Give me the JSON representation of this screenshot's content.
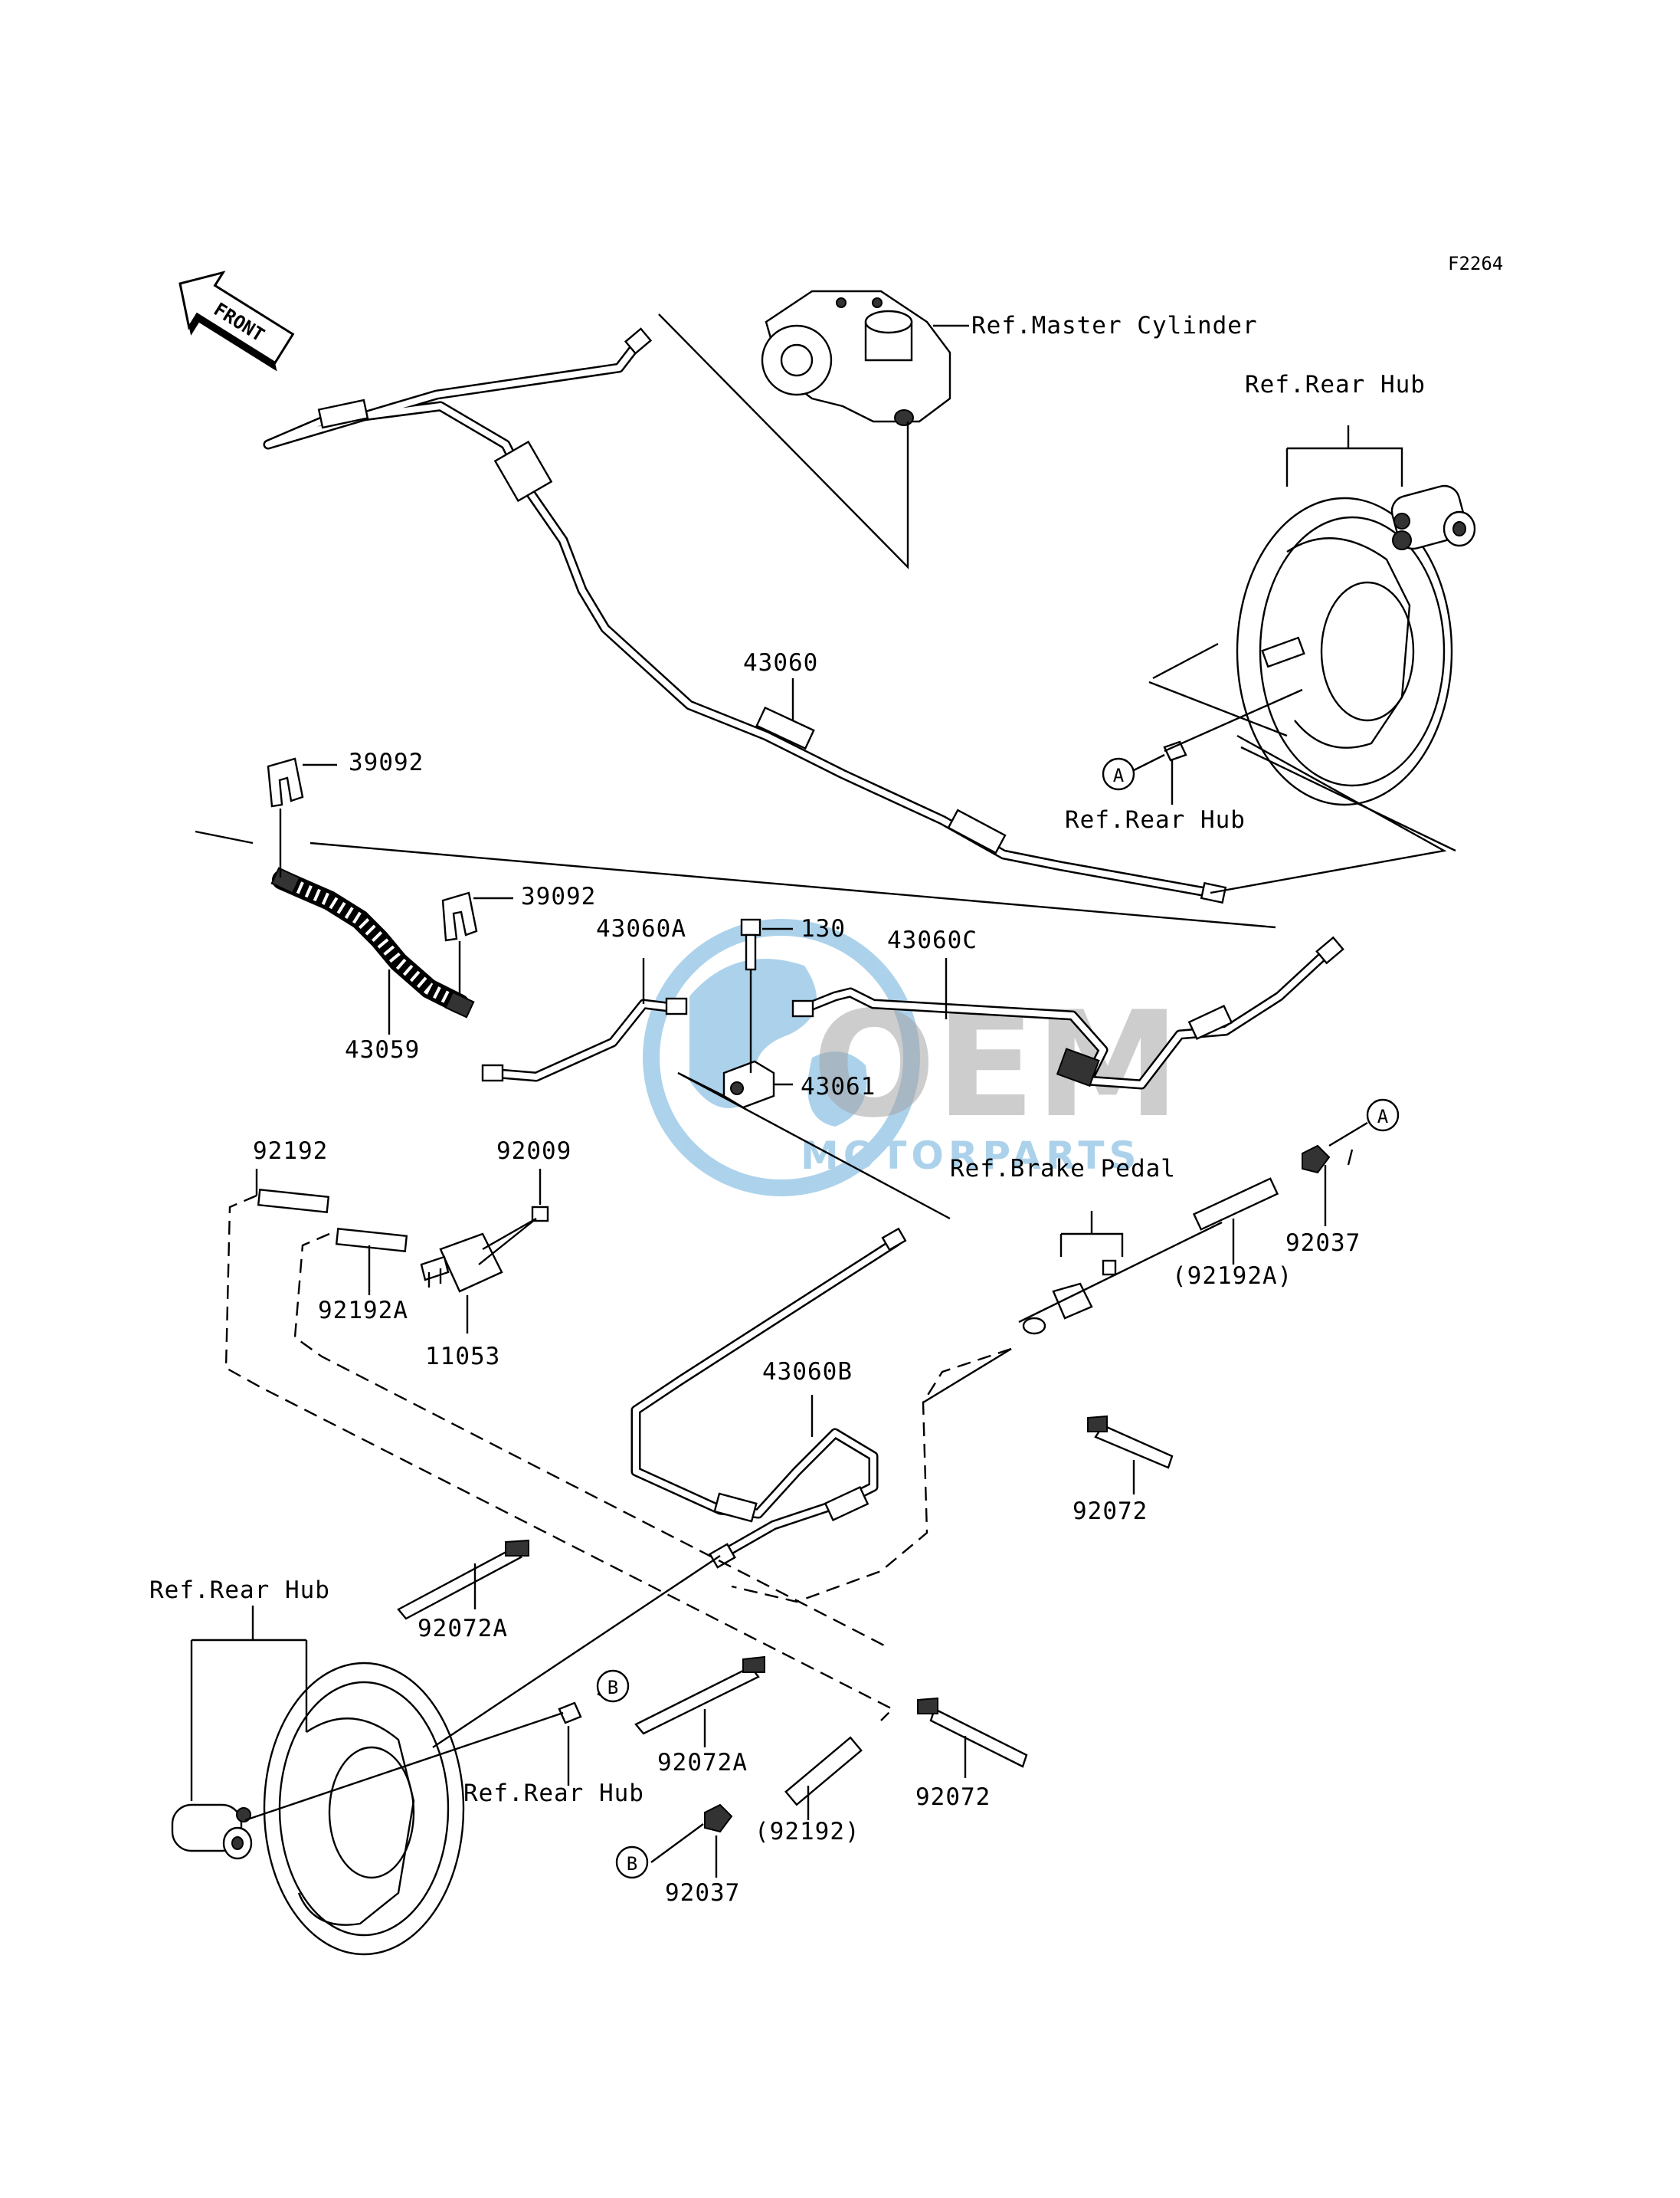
{
  "figure_code": "F2264",
  "front_arrow": {
    "label": "FRONT",
    "icon": "front-direction-arrow-icon"
  },
  "watermark": {
    "main": "OEM",
    "sub": "MOTORPARTS",
    "color": "#6aaedc"
  },
  "callout_markers": {
    "a": "A",
    "b": "B"
  },
  "references": {
    "master_cylinder": "Ref.Master Cylinder",
    "rear_hub_right_top": "Ref.Rear Hub",
    "rear_hub_right_mid": "Ref.Rear Hub",
    "rear_hub_left": "Ref.Rear Hub",
    "rear_hub_center": "Ref.Rear Hub",
    "brake_pedal": "Ref.Brake Pedal"
  },
  "parts": {
    "p43060": "43060",
    "p39092_top": "39092",
    "p39092_mid": "39092",
    "p43060a": "43060A",
    "p130": "130",
    "p43060c": "43060C",
    "p43059": "43059",
    "p43061": "43061",
    "p92192": "92192",
    "p92009": "92009",
    "p92192a": "92192A",
    "p11053": "11053",
    "p43060b": "43060B",
    "p92192a_paren": "(92192A)",
    "p92037_right": "92037",
    "p92072_right": "92072",
    "p92072a_left": "92072A",
    "p92072a_center": "92072A",
    "p92072_bottom": "92072",
    "p92192_paren": "(92192)",
    "p92037_bottom": "92037"
  }
}
